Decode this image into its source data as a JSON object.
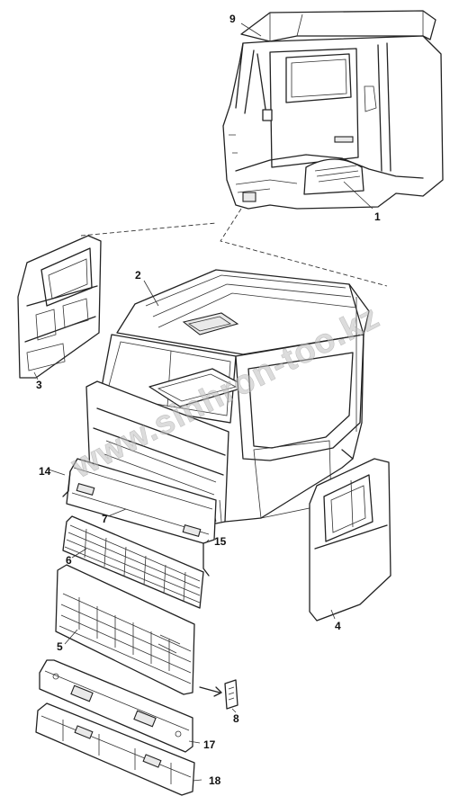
{
  "watermark": "www.sinhron-too.kz",
  "callouts": [
    {
      "id": "9",
      "text": "9"
    },
    {
      "id": "1",
      "text": "1"
    },
    {
      "id": "2",
      "text": "2"
    },
    {
      "id": "3",
      "text": "3"
    },
    {
      "id": "14",
      "text": "14"
    },
    {
      "id": "7",
      "text": "7"
    },
    {
      "id": "15",
      "text": "15"
    },
    {
      "id": "6",
      "text": "6"
    },
    {
      "id": "4",
      "text": "4"
    },
    {
      "id": "5",
      "text": "5"
    },
    {
      "id": "8",
      "text": "8"
    },
    {
      "id": "17",
      "text": "17"
    },
    {
      "id": "18",
      "text": "18"
    }
  ]
}
